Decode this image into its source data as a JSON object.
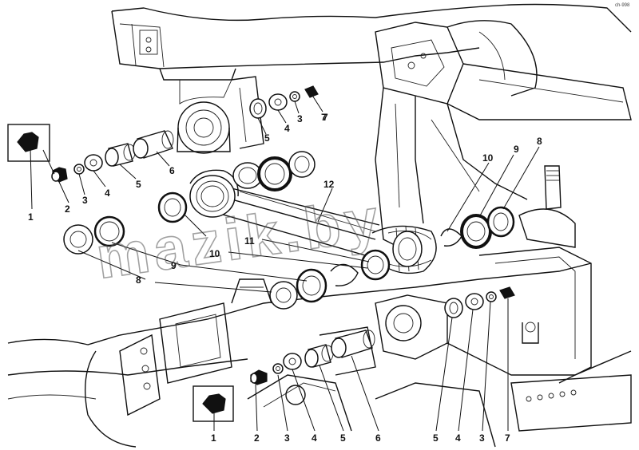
{
  "watermark": "mazik.by",
  "corner_ref": "ch-998",
  "callouts": [
    {
      "id": "c1",
      "text": "1"
    },
    {
      "id": "c2",
      "text": "2"
    },
    {
      "id": "c3",
      "text": "3"
    },
    {
      "id": "c4",
      "text": "4"
    },
    {
      "id": "c5",
      "text": "5"
    },
    {
      "id": "c6",
      "text": "6"
    },
    {
      "id": "c7",
      "text": "7"
    },
    {
      "id": "c8",
      "text": "8"
    },
    {
      "id": "c9",
      "text": "9"
    },
    {
      "id": "c10",
      "text": "10"
    },
    {
      "id": "c11",
      "text": "11"
    },
    {
      "id": "c12",
      "text": "12"
    },
    {
      "id": "c13",
      "text": "5"
    },
    {
      "id": "c14",
      "text": "4"
    },
    {
      "id": "c15",
      "text": "3"
    },
    {
      "id": "c16",
      "text": "7"
    },
    {
      "id": "c17",
      "text": "10"
    },
    {
      "id": "c18",
      "text": "9"
    },
    {
      "id": "c19",
      "text": "8"
    },
    {
      "id": "c20",
      "text": "1"
    },
    {
      "id": "c21",
      "text": "2"
    },
    {
      "id": "c22",
      "text": "3"
    },
    {
      "id": "c23",
      "text": "4"
    },
    {
      "id": "c24",
      "text": "5"
    },
    {
      "id": "c25",
      "text": "6"
    },
    {
      "id": "c26",
      "text": "5"
    },
    {
      "id": "c27",
      "text": "4"
    },
    {
      "id": "c28",
      "text": "3"
    },
    {
      "id": "c29",
      "text": "7"
    }
  ]
}
